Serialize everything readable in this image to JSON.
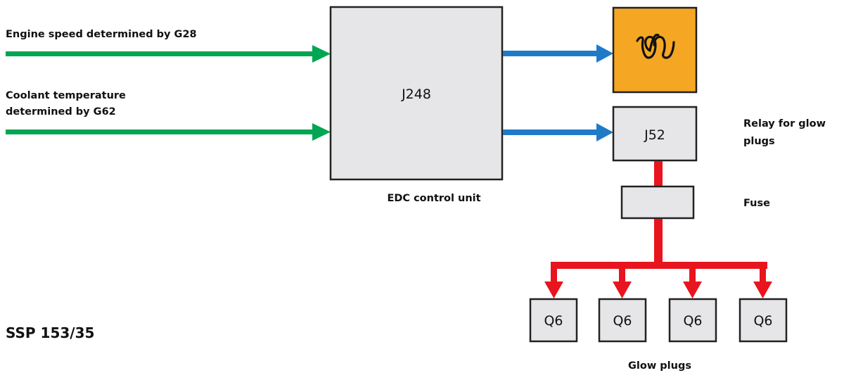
{
  "diagram": {
    "inputs": [
      {
        "label": "Engine speed determined by G28"
      },
      {
        "label_line1": "Coolant temperature",
        "label_line2": "determined by G62"
      }
    ],
    "control_unit": {
      "id": "J248",
      "caption": "EDC control unit"
    },
    "warning_lamp": {
      "icon": "glow-plug-coil-icon"
    },
    "relay": {
      "id": "J52",
      "caption_line1": "Relay for glow",
      "caption_line2": "plugs"
    },
    "fuse": {
      "caption": "Fuse"
    },
    "glow_plugs": {
      "ids": [
        "Q6",
        "Q6",
        "Q6",
        "Q6"
      ],
      "caption": "Glow plugs"
    },
    "reference": "SSP 153/35"
  },
  "colors": {
    "input_arrow": "#00a651",
    "output_arrow": "#1f7bc8",
    "power_line": "#e8141e",
    "box_fill": "#e6e6e8",
    "lamp_fill": "#f5a623",
    "stroke": "#222222"
  }
}
